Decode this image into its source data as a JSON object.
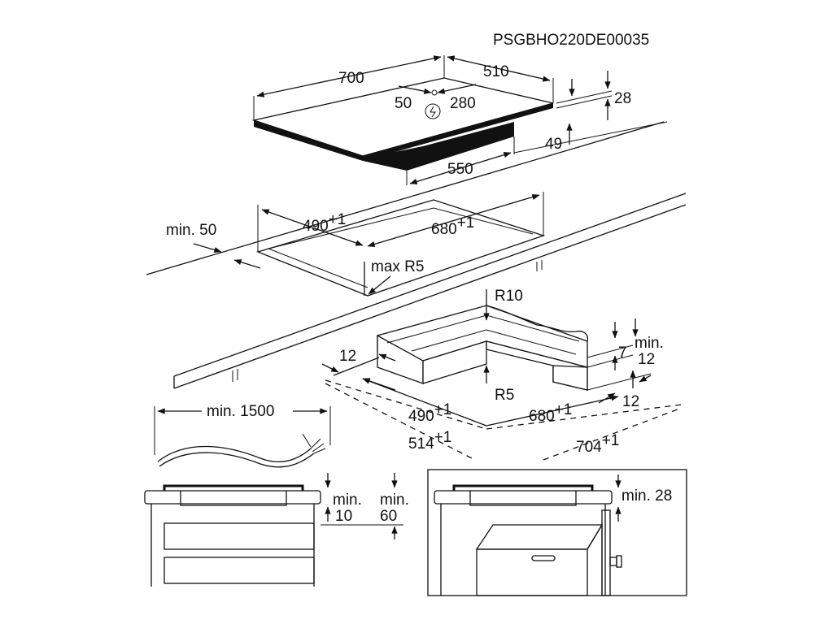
{
  "diagram_code": "PSGBHO220DE00035",
  "hob": {
    "width": "700",
    "depth": "510",
    "power_offset_left": "50",
    "power_offset_right": "280",
    "thickness": "28",
    "underside_height": "49",
    "underside_depth": "550"
  },
  "worktop_cutout": {
    "depth": "490",
    "width": "680",
    "tolerance": "+1",
    "edge_distance": "min. 50",
    "corner_radius": "max R5"
  },
  "frame_detail": {
    "outer_radius": "R10",
    "inner_radius": "R5",
    "side_margin_left": "12",
    "side_margin_right": "12",
    "ledge_height": "7",
    "min_height_label": "min.",
    "min_height_value": "12",
    "inner_depth": "490",
    "inner_width": "680",
    "outer_depth": "514",
    "outer_width": "704",
    "tolerance": "+1"
  },
  "cable": {
    "min_length": "min. 1500"
  },
  "cabinet_left": {
    "gap_label_1": "min.",
    "gap_value_1": "10",
    "gap_label_2": "min.",
    "gap_value_2": "60"
  },
  "cabinet_right": {
    "clearance": "min. 28"
  }
}
